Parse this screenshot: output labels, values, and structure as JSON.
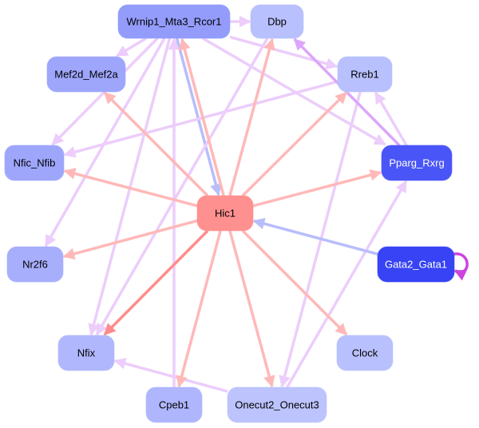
{
  "title": "Gene regulatory network",
  "nodes": [
    {
      "id": "Wrnip1_Mta3_Rcor1",
      "label": "Wrnip1_Mta3_Rcor1",
      "fill": "#939cfb",
      "text": "#000000"
    },
    {
      "id": "Dbp",
      "label": "Dbp",
      "fill": "#b8c0fd",
      "text": "#000000"
    },
    {
      "id": "Mef2d_Mef2a",
      "label": "Mef2d_Mef2a",
      "fill": "#9ea6fc",
      "text": "#000000"
    },
    {
      "id": "Rreb1",
      "label": "Rreb1",
      "fill": "#b8c0fd",
      "text": "#000000"
    },
    {
      "id": "Nfic_Nfib",
      "label": "Nfic_Nfib",
      "fill": "#9ea6fc",
      "text": "#000000"
    },
    {
      "id": "Pparg_Rxrg",
      "label": "Pparg_Rxrg",
      "fill": "#4a55f7",
      "text": "#ffffff"
    },
    {
      "id": "Hic1",
      "label": "Hic1",
      "fill": "#ff9090",
      "text": "#000000"
    },
    {
      "id": "Nr2f6",
      "label": "Nr2f6",
      "fill": "#a7aefc",
      "text": "#000000"
    },
    {
      "id": "Gata2_Gata1",
      "label": "Gata2_Gata1",
      "fill": "#3743f5",
      "text": "#ffffff"
    },
    {
      "id": "Nfix",
      "label": "Nfix",
      "fill": "#b0b7fd",
      "text": "#000000"
    },
    {
      "id": "Clock",
      "label": "Clock",
      "fill": "#b8c0fd",
      "text": "#000000"
    },
    {
      "id": "Cpeb1",
      "label": "Cpeb1",
      "fill": "#afb6fd",
      "text": "#000000"
    },
    {
      "id": "Onecut2_Onecut3",
      "label": "Onecut2_Onecut3",
      "fill": "#bcc3fd",
      "text": "#000000"
    }
  ],
  "edge_colors": {
    "activation": "#ffb8b8",
    "strong_activation": "#ff8c8c",
    "repression": "#b8bdfb",
    "regulation": "#eccdfb",
    "strong_regulation": "#dba6fb",
    "self_loop": "#cc44dd"
  },
  "edges": [
    {
      "from": "Wrnip1_Mta3_Rcor1",
      "to": "Dbp",
      "type": "regulation"
    },
    {
      "from": "Wrnip1_Mta3_Rcor1",
      "to": "Mef2d_Mef2a",
      "type": "regulation"
    },
    {
      "from": "Wrnip1_Mta3_Rcor1",
      "to": "Rreb1",
      "type": "regulation"
    },
    {
      "from": "Wrnip1_Mta3_Rcor1",
      "to": "Nfic_Nfib",
      "type": "regulation"
    },
    {
      "from": "Wrnip1_Mta3_Rcor1",
      "to": "Nr2f6",
      "type": "regulation"
    },
    {
      "from": "Wrnip1_Mta3_Rcor1",
      "to": "Nfix",
      "type": "regulation"
    },
    {
      "from": "Wrnip1_Mta3_Rcor1",
      "to": "Pparg_Rxrg",
      "type": "regulation"
    },
    {
      "from": "Wrnip1_Mta3_Rcor1",
      "to": "Hic1",
      "type": "repression"
    },
    {
      "from": "Cpeb1",
      "to": "Wrnip1_Mta3_Rcor1",
      "type": "regulation"
    },
    {
      "from": "Dbp",
      "to": "Nfix",
      "type": "regulation"
    },
    {
      "from": "Rreb1",
      "to": "Nfic_Nfib",
      "type": "regulation"
    },
    {
      "from": "Rreb1",
      "to": "Onecut2_Onecut3",
      "type": "regulation"
    },
    {
      "from": "Pparg_Rxrg",
      "to": "Rreb1",
      "type": "regulation"
    },
    {
      "from": "Pparg_Rxrg",
      "to": "Dbp",
      "type": "strong_regulation"
    },
    {
      "from": "Onecut2_Onecut3",
      "to": "Pparg_Rxrg",
      "type": "regulation"
    },
    {
      "from": "Onecut2_Onecut3",
      "to": "Nfix",
      "type": "regulation"
    },
    {
      "from": "Gata2_Gata1",
      "to": "Hic1",
      "type": "repression"
    },
    {
      "from": "Gata2_Gata1",
      "to": "Gata2_Gata1",
      "type": "self_loop"
    },
    {
      "from": "Hic1",
      "to": "Wrnip1_Mta3_Rcor1",
      "type": "activation"
    },
    {
      "from": "Hic1",
      "to": "Dbp",
      "type": "activation"
    },
    {
      "from": "Hic1",
      "to": "Mef2d_Mef2a",
      "type": "activation"
    },
    {
      "from": "Hic1",
      "to": "Rreb1",
      "type": "activation"
    },
    {
      "from": "Hic1",
      "to": "Nfic_Nfib",
      "type": "activation"
    },
    {
      "from": "Hic1",
      "to": "Pparg_Rxrg",
      "type": "activation"
    },
    {
      "from": "Hic1",
      "to": "Nr2f6",
      "type": "activation"
    },
    {
      "from": "Hic1",
      "to": "Nfix",
      "type": "strong_activation"
    },
    {
      "from": "Hic1",
      "to": "Clock",
      "type": "activation"
    },
    {
      "from": "Hic1",
      "to": "Cpeb1",
      "type": "activation"
    },
    {
      "from": "Hic1",
      "to": "Onecut2_Onecut3",
      "type": "activation"
    }
  ]
}
